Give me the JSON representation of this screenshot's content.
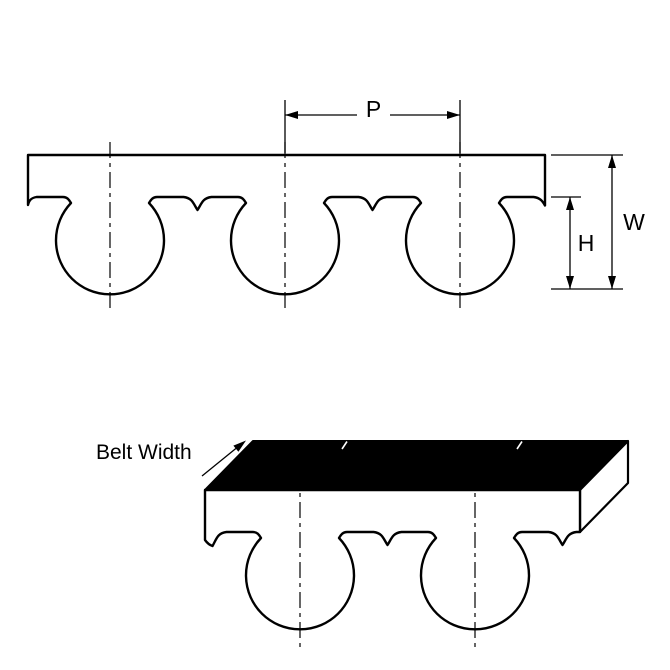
{
  "labels": {
    "pitch": "P",
    "width": "W",
    "height": "H",
    "belt_width": "Belt Width"
  },
  "colors": {
    "line": "#000000",
    "belt_fill": "#ffffff",
    "top_face_fill": "#000000",
    "background": "#ffffff"
  }
}
